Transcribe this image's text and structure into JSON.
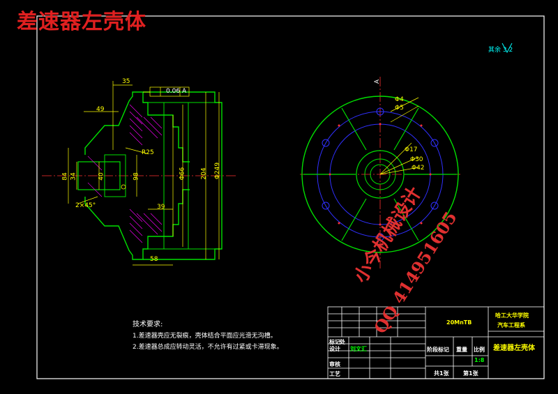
{
  "overlay_title": "差速器左壳体",
  "watermark": {
    "line1": "小今机械设计",
    "line2": "QQ 414951605"
  },
  "colors": {
    "frame": "#ffffff",
    "part": "#00e000",
    "dims": "#ffff00",
    "center": "#ff3030",
    "circle": "#3030ff",
    "hatch": "#ff00ff",
    "cyan": "#00ffff",
    "title": "#e02020"
  },
  "roughness_note": "其余 3.2",
  "front_view": {
    "dims": {
      "d35": "35",
      "d49": "49",
      "tol_box": "0.06",
      "tol_ref": "A",
      "r25": "R25",
      "d84": "84",
      "d34": "34",
      "d40": "40",
      "d98": "98",
      "d66": "Φ66",
      "d204": "204",
      "d249": "Φ249",
      "d39": "39",
      "d58": "58",
      "chamfer": "2×45°"
    }
  },
  "side_view": {
    "dims": {
      "phi4": "Φ4",
      "phi5": "Φ5",
      "phi17": "Φ17",
      "phi30": "Φ30",
      "phi42": "Φ42",
      "r": "A"
    }
  },
  "tech_req": {
    "heading": "技术要求:",
    "items": [
      "1.差速器壳应无裂痕，壳体结合平面应光滑无沟槽。",
      "2.差速器总成应转动灵活，不允许有过紧或卡滞现象。"
    ]
  },
  "title_block": {
    "material": "20MnTB",
    "school": "哈工大华学院",
    "dept": "汽车工程系",
    "part_name": "差速器左壳体",
    "scale": "1:8",
    "sheets": "共1张",
    "sheet_no": "第1张",
    "labels": {
      "biaoji": "标记",
      "chu": "处",
      "sheji": "设计",
      "designer": "刘文汇",
      "shenhe": "审核",
      "gongyi": "工艺",
      "jieduan": "阶段标记",
      "zhongliang": "重量",
      "bili": "比例"
    }
  }
}
